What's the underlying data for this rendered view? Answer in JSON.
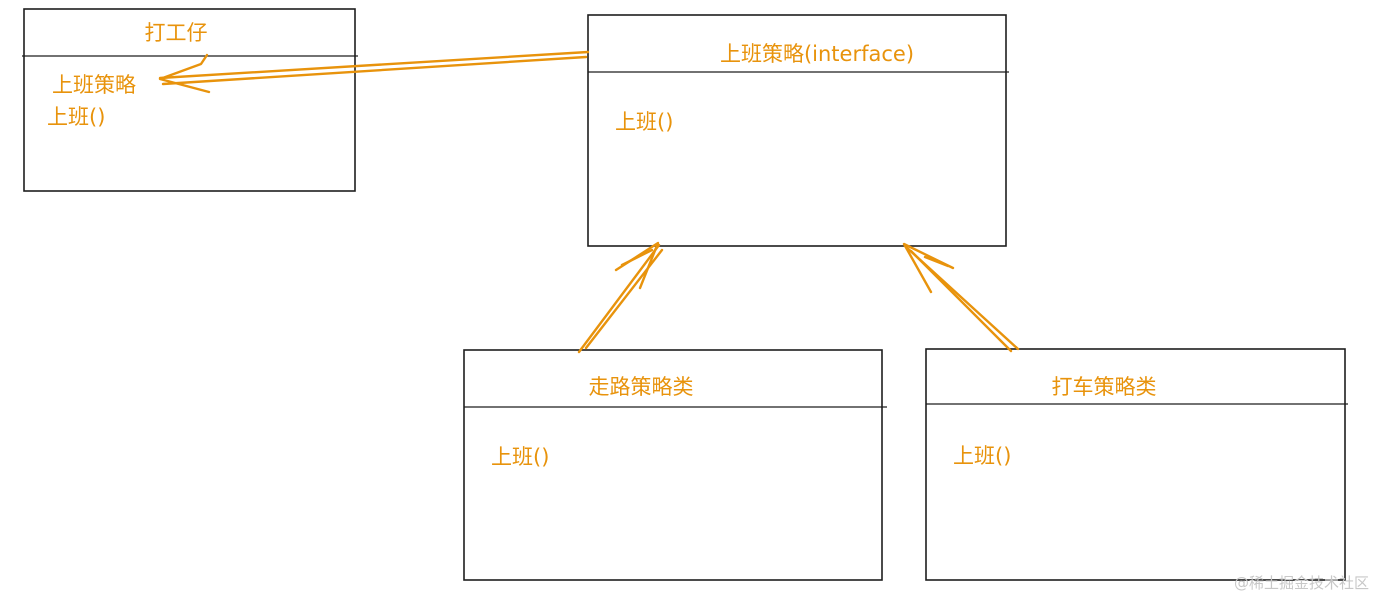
{
  "colors": {
    "text": "#e8930c",
    "arrow": "#e8930c",
    "box_stroke": "#1e1e1e",
    "watermark": "#c8c8c8"
  },
  "classes": {
    "worker": {
      "title": "打工仔",
      "members": [
        "上班策略",
        "上班()"
      ]
    },
    "commute_strategy": {
      "title": "上班策略(interface)",
      "members": [
        "上班()"
      ]
    },
    "walk_strategy": {
      "title": "走路策略类",
      "members": [
        "上班()"
      ]
    },
    "taxi_strategy": {
      "title": "打车策略类",
      "members": [
        "上班()"
      ]
    }
  },
  "watermark": "@稀土掘金技术社区"
}
